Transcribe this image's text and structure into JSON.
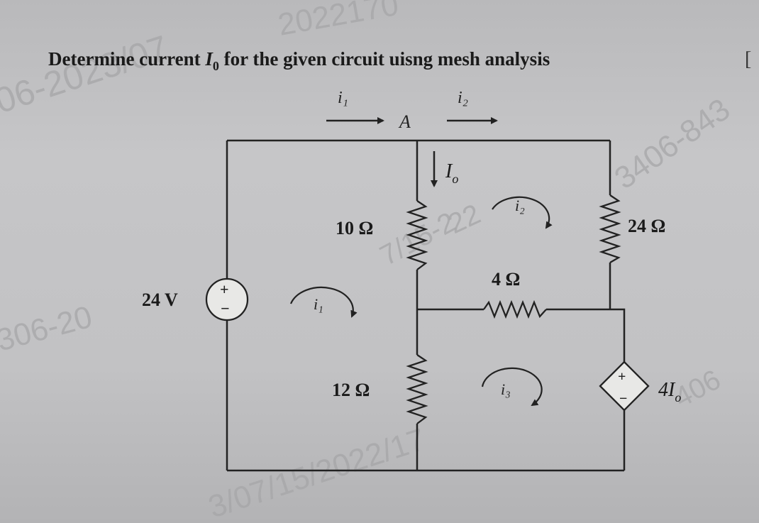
{
  "question": {
    "text_before": "Determine current ",
    "current_symbol": "I",
    "current_subscript": "0",
    "text_after": " for the given circuit uisng mesh analysis"
  },
  "node_label": "A",
  "top_arrows": {
    "left": "i₁",
    "right": "i₂"
  },
  "source": {
    "label": "24 V",
    "plus": "+",
    "minus": "−"
  },
  "dependent_source": {
    "label_main": "4I",
    "label_sub": "o",
    "plus": "+",
    "minus": "−"
  },
  "resistors": {
    "r10": "10 Ω",
    "r24": "24 Ω",
    "r4": "4 Ω",
    "r12": "12 Ω"
  },
  "branch_current": {
    "main": "I",
    "sub": "o"
  },
  "meshes": {
    "m1": "i₁",
    "m2": "i₂",
    "m3": "i₃"
  },
  "watermarks": [
    "2022170",
    "06-2023/07",
    "3406-843",
    "306-20",
    "7/15-2",
    "22",
    "406",
    "3/07/15/2022/17"
  ]
}
